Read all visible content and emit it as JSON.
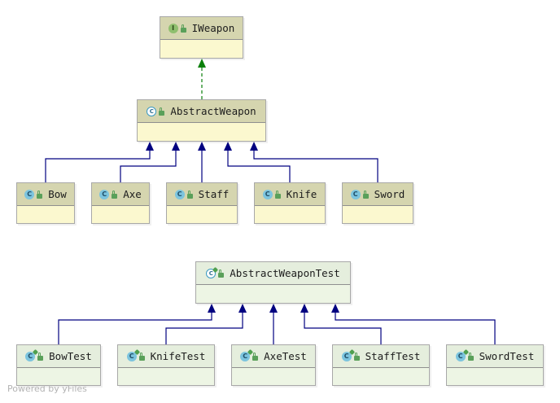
{
  "diagram": {
    "nodes": [
      {
        "id": "iweapon",
        "label": "IWeapon",
        "kind": "interface",
        "group": "main",
        "icon": "interface-icon"
      },
      {
        "id": "abstractweapon",
        "label": "AbstractWeapon",
        "kind": "abstract",
        "group": "main",
        "icon": "abstract-class-icon"
      },
      {
        "id": "bow",
        "label": "Bow",
        "kind": "class",
        "group": "main",
        "icon": "class-icon"
      },
      {
        "id": "axe",
        "label": "Axe",
        "kind": "class",
        "group": "main",
        "icon": "class-icon"
      },
      {
        "id": "staff",
        "label": "Staff",
        "kind": "class",
        "group": "main",
        "icon": "class-icon"
      },
      {
        "id": "knife",
        "label": "Knife",
        "kind": "class",
        "group": "main",
        "icon": "class-icon"
      },
      {
        "id": "sword",
        "label": "Sword",
        "kind": "class",
        "group": "main",
        "icon": "class-icon"
      },
      {
        "id": "abstractweapontest",
        "label": "AbstractWeaponTest",
        "kind": "abstract-test",
        "group": "test",
        "icon": "abstract-test-class-icon"
      },
      {
        "id": "bowtest",
        "label": "BowTest",
        "kind": "test",
        "group": "test",
        "icon": "test-class-icon"
      },
      {
        "id": "knifetest",
        "label": "KnifeTest",
        "kind": "test",
        "group": "test",
        "icon": "test-class-icon"
      },
      {
        "id": "axetest",
        "label": "AxeTest",
        "kind": "test",
        "group": "test",
        "icon": "test-class-icon"
      },
      {
        "id": "stafftest",
        "label": "StaffTest",
        "kind": "test",
        "group": "test",
        "icon": "test-class-icon"
      },
      {
        "id": "swordtest",
        "label": "SwordTest",
        "kind": "test",
        "group": "test",
        "icon": "test-class-icon"
      }
    ],
    "edges": [
      {
        "from": "abstractweapon",
        "to": "iweapon",
        "type": "implements"
      },
      {
        "from": "bow",
        "to": "abstractweapon",
        "type": "extends"
      },
      {
        "from": "axe",
        "to": "abstractweapon",
        "type": "extends"
      },
      {
        "from": "staff",
        "to": "abstractweapon",
        "type": "extends"
      },
      {
        "from": "knife",
        "to": "abstractweapon",
        "type": "extends"
      },
      {
        "from": "sword",
        "to": "abstractweapon",
        "type": "extends"
      },
      {
        "from": "bowtest",
        "to": "abstractweapontest",
        "type": "extends"
      },
      {
        "from": "knifetest",
        "to": "abstractweapontest",
        "type": "extends"
      },
      {
        "from": "axetest",
        "to": "abstractweapontest",
        "type": "extends"
      },
      {
        "from": "stafftest",
        "to": "abstractweapontest",
        "type": "extends"
      },
      {
        "from": "swordtest",
        "to": "abstractweapontest",
        "type": "extends"
      }
    ],
    "colors": {
      "implements_edge": "#0a800a",
      "extends_edge": "#000080"
    }
  },
  "footer": "Powered by yFiles"
}
